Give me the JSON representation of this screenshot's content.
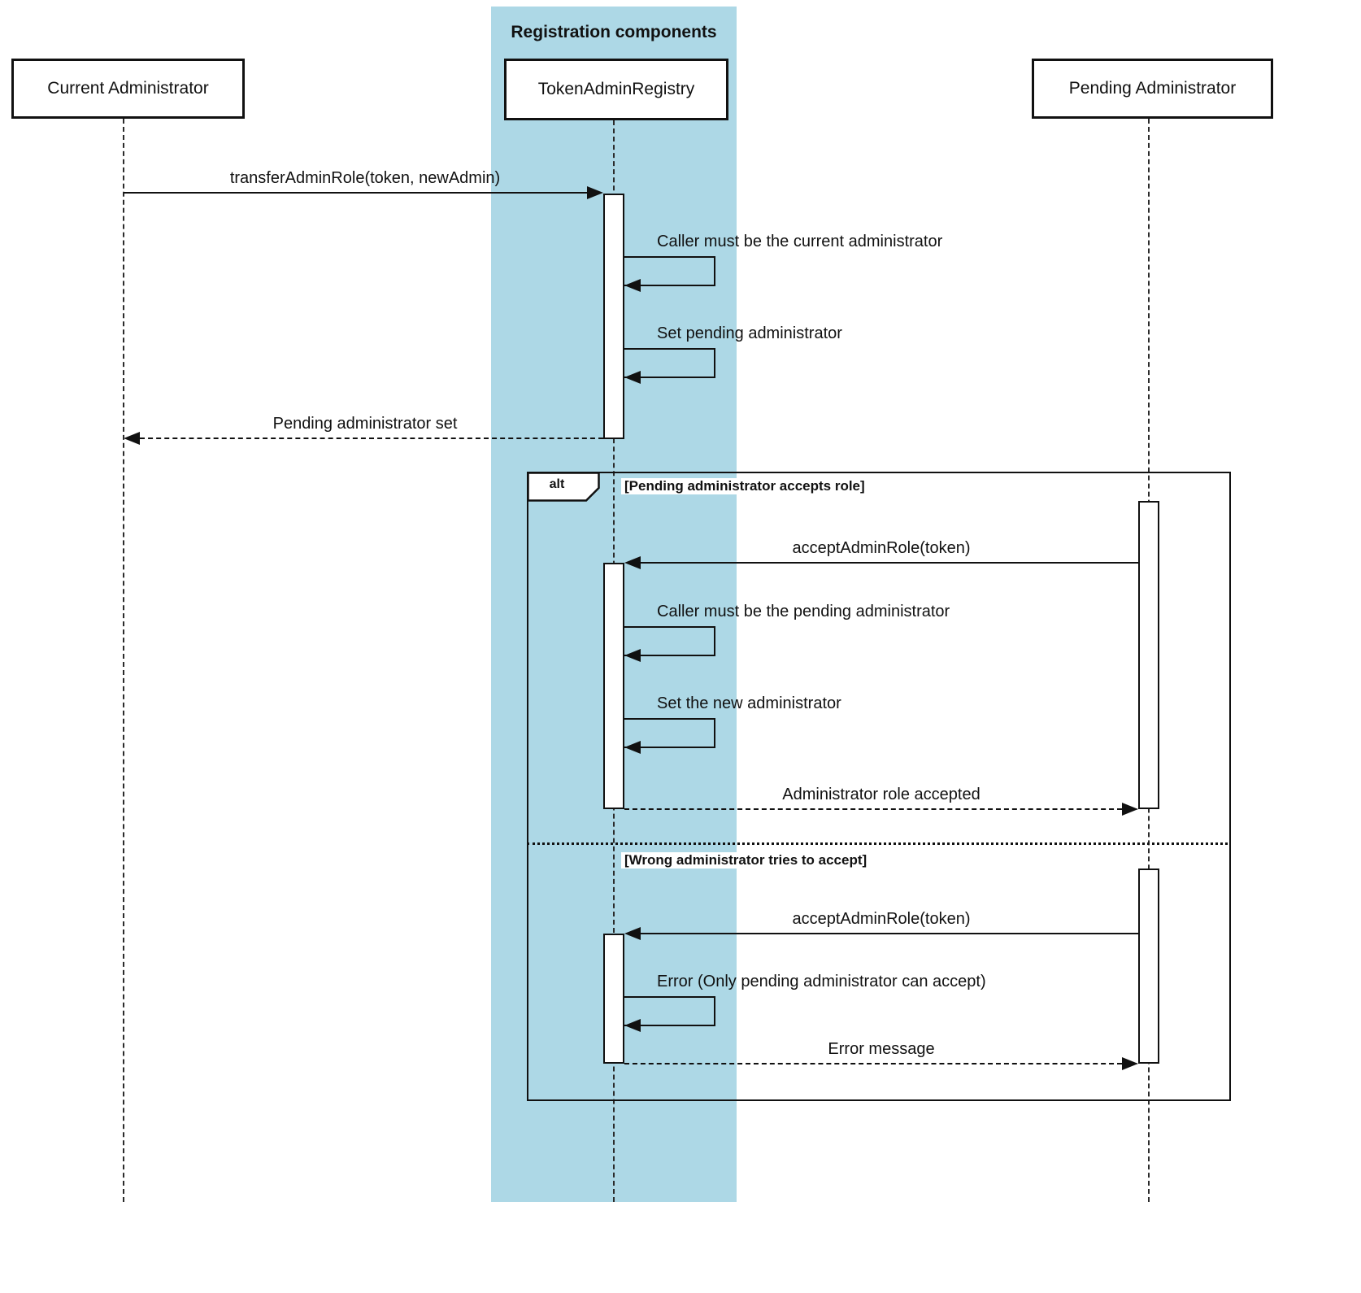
{
  "colors": {
    "band_background": "#add8e6",
    "stroke": "#111111",
    "box_background": "#ffffff"
  },
  "band": {
    "label": "Registration components"
  },
  "participants": [
    {
      "name": "Current Administrator"
    },
    {
      "name": "TokenAdminRegistry"
    },
    {
      "name": "Pending Administrator"
    }
  ],
  "messages": {
    "transfer_admin_role": "transferAdminRole(token, newAdmin)",
    "caller_must_be_current": "Caller must be the current administrator",
    "set_pending_admin": "Set pending administrator",
    "pending_admin_set": "Pending administrator set",
    "accept_admin_role_1": "acceptAdminRole(token)",
    "caller_must_be_pending": "Caller must be the pending administrator",
    "set_new_admin": "Set the new administrator",
    "admin_role_accepted": "Administrator role accepted",
    "accept_admin_role_2": "acceptAdminRole(token)",
    "error_only_pending": "Error (Only pending administrator can accept)",
    "error_message": "Error message"
  },
  "alt_frame": {
    "operator": "alt",
    "guard_accept": "[Pending administrator accepts role]",
    "guard_wrong": "[Wrong administrator tries to accept]"
  }
}
